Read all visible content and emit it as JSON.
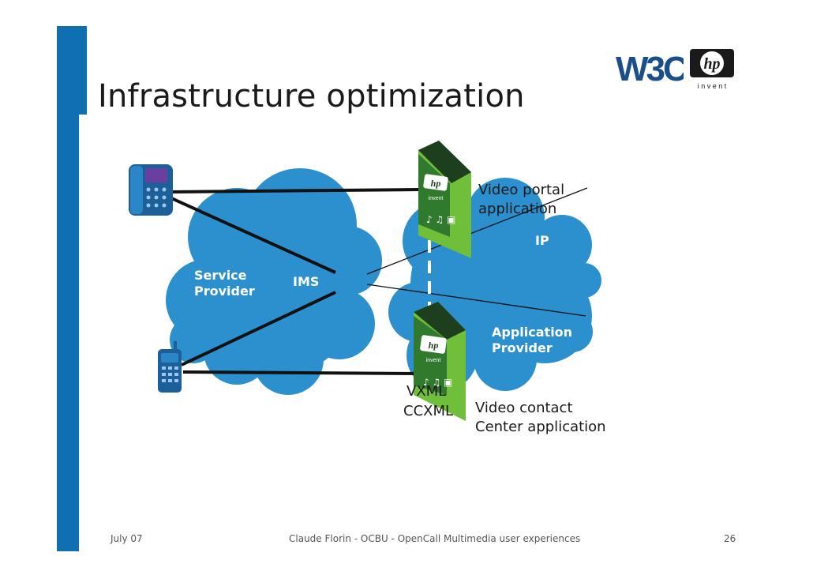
{
  "slide": {
    "title": "Infrastructure optimization",
    "footer_left": "July 07",
    "footer_center": "Claude Florin - OCBU - OpenCall Multimedia user experiences",
    "page_number": "26"
  },
  "logos": {
    "w3c": "W3C",
    "hp": "hp",
    "hp_tagline": "i n v e n t"
  },
  "diagram": {
    "clouds": {
      "service_provider": "Service\nProvider",
      "ims": "IMS",
      "ip": "IP",
      "application_provider": "Application\nProvider"
    },
    "labels": {
      "video_portal": "Video portal\napplication",
      "vxml": "VXML",
      "ccxml": "CCXML",
      "video_contact": "Video contact\nCenter application"
    },
    "server_brand": "invent"
  },
  "colors": {
    "accent_blue": "#0f6fb0",
    "cloud_blue": "#2c8fce",
    "server_green": "#6fbf3a",
    "server_dark": "#1d3f1d"
  }
}
